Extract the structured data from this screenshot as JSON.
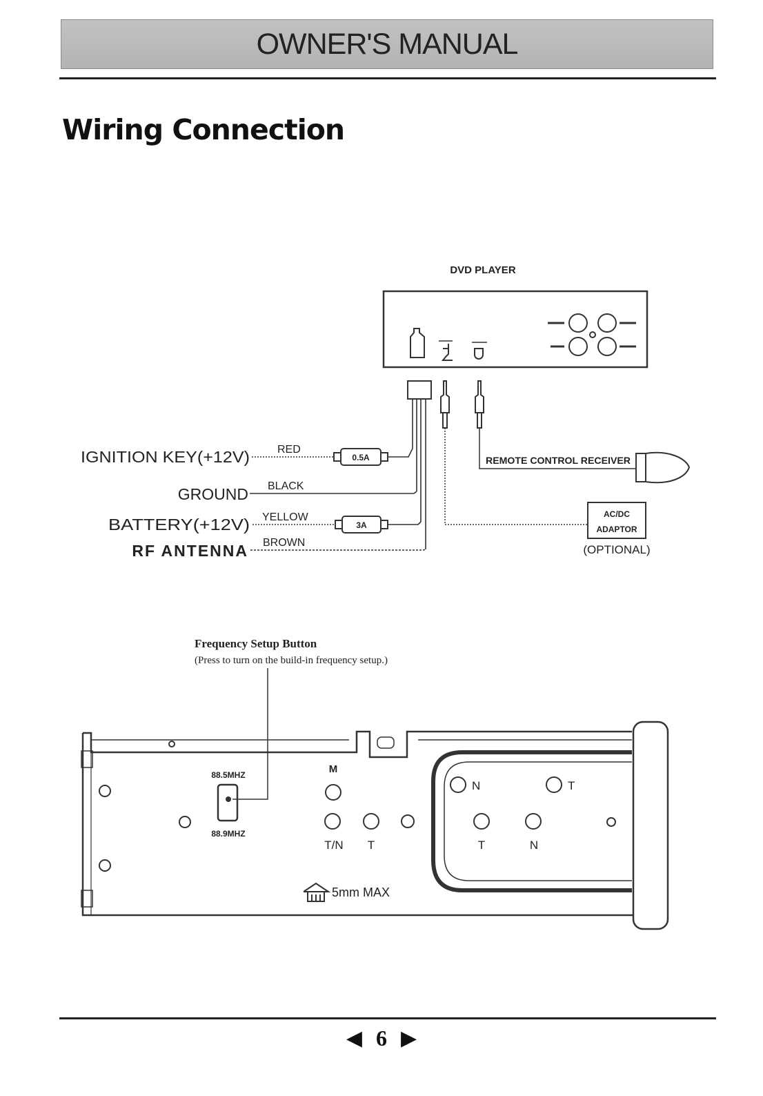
{
  "header": {
    "title": "OWNER'S MANUAL"
  },
  "section": {
    "title": "Wiring Connection"
  },
  "wiring": {
    "dvd_player_label": "DVD PLAYER",
    "ignition_label": "IGNITION KEY(+12V)",
    "ground_label": "GROUND",
    "battery_label": "BATTERY(+12V)",
    "antenna_label": "RF ANTENNA",
    "red_wire": "RED",
    "black_wire": "BLACK",
    "yellow_wire": "YELLOW",
    "brown_wire": "BROWN",
    "fuse_ignition": "0.5A",
    "fuse_battery": "3A",
    "remote_receiver_label": "REMOTE CONTROL RECEIVER",
    "adaptor_line1": "AC/DC",
    "adaptor_line2": "ADAPTOR",
    "adaptor_optional": "(OPTIONAL)"
  },
  "unit": {
    "freq_button_title": "Frequency Setup Button",
    "freq_button_desc": "(Press to turn on the build-in frequency setup.)",
    "freq_top": "88.5MHZ",
    "freq_bottom": "88.9MHZ",
    "label_m": "M",
    "label_tn": "T/N",
    "label_t_left": "T",
    "label_n_top": "N",
    "label_t_top": "T",
    "label_t_bottom": "T",
    "label_n_bottom": "N",
    "max_depth": "5mm MAX"
  },
  "footer": {
    "prev_icon": "left-triangle-icon",
    "page_number": "6",
    "next_icon": "right-triangle-icon"
  }
}
